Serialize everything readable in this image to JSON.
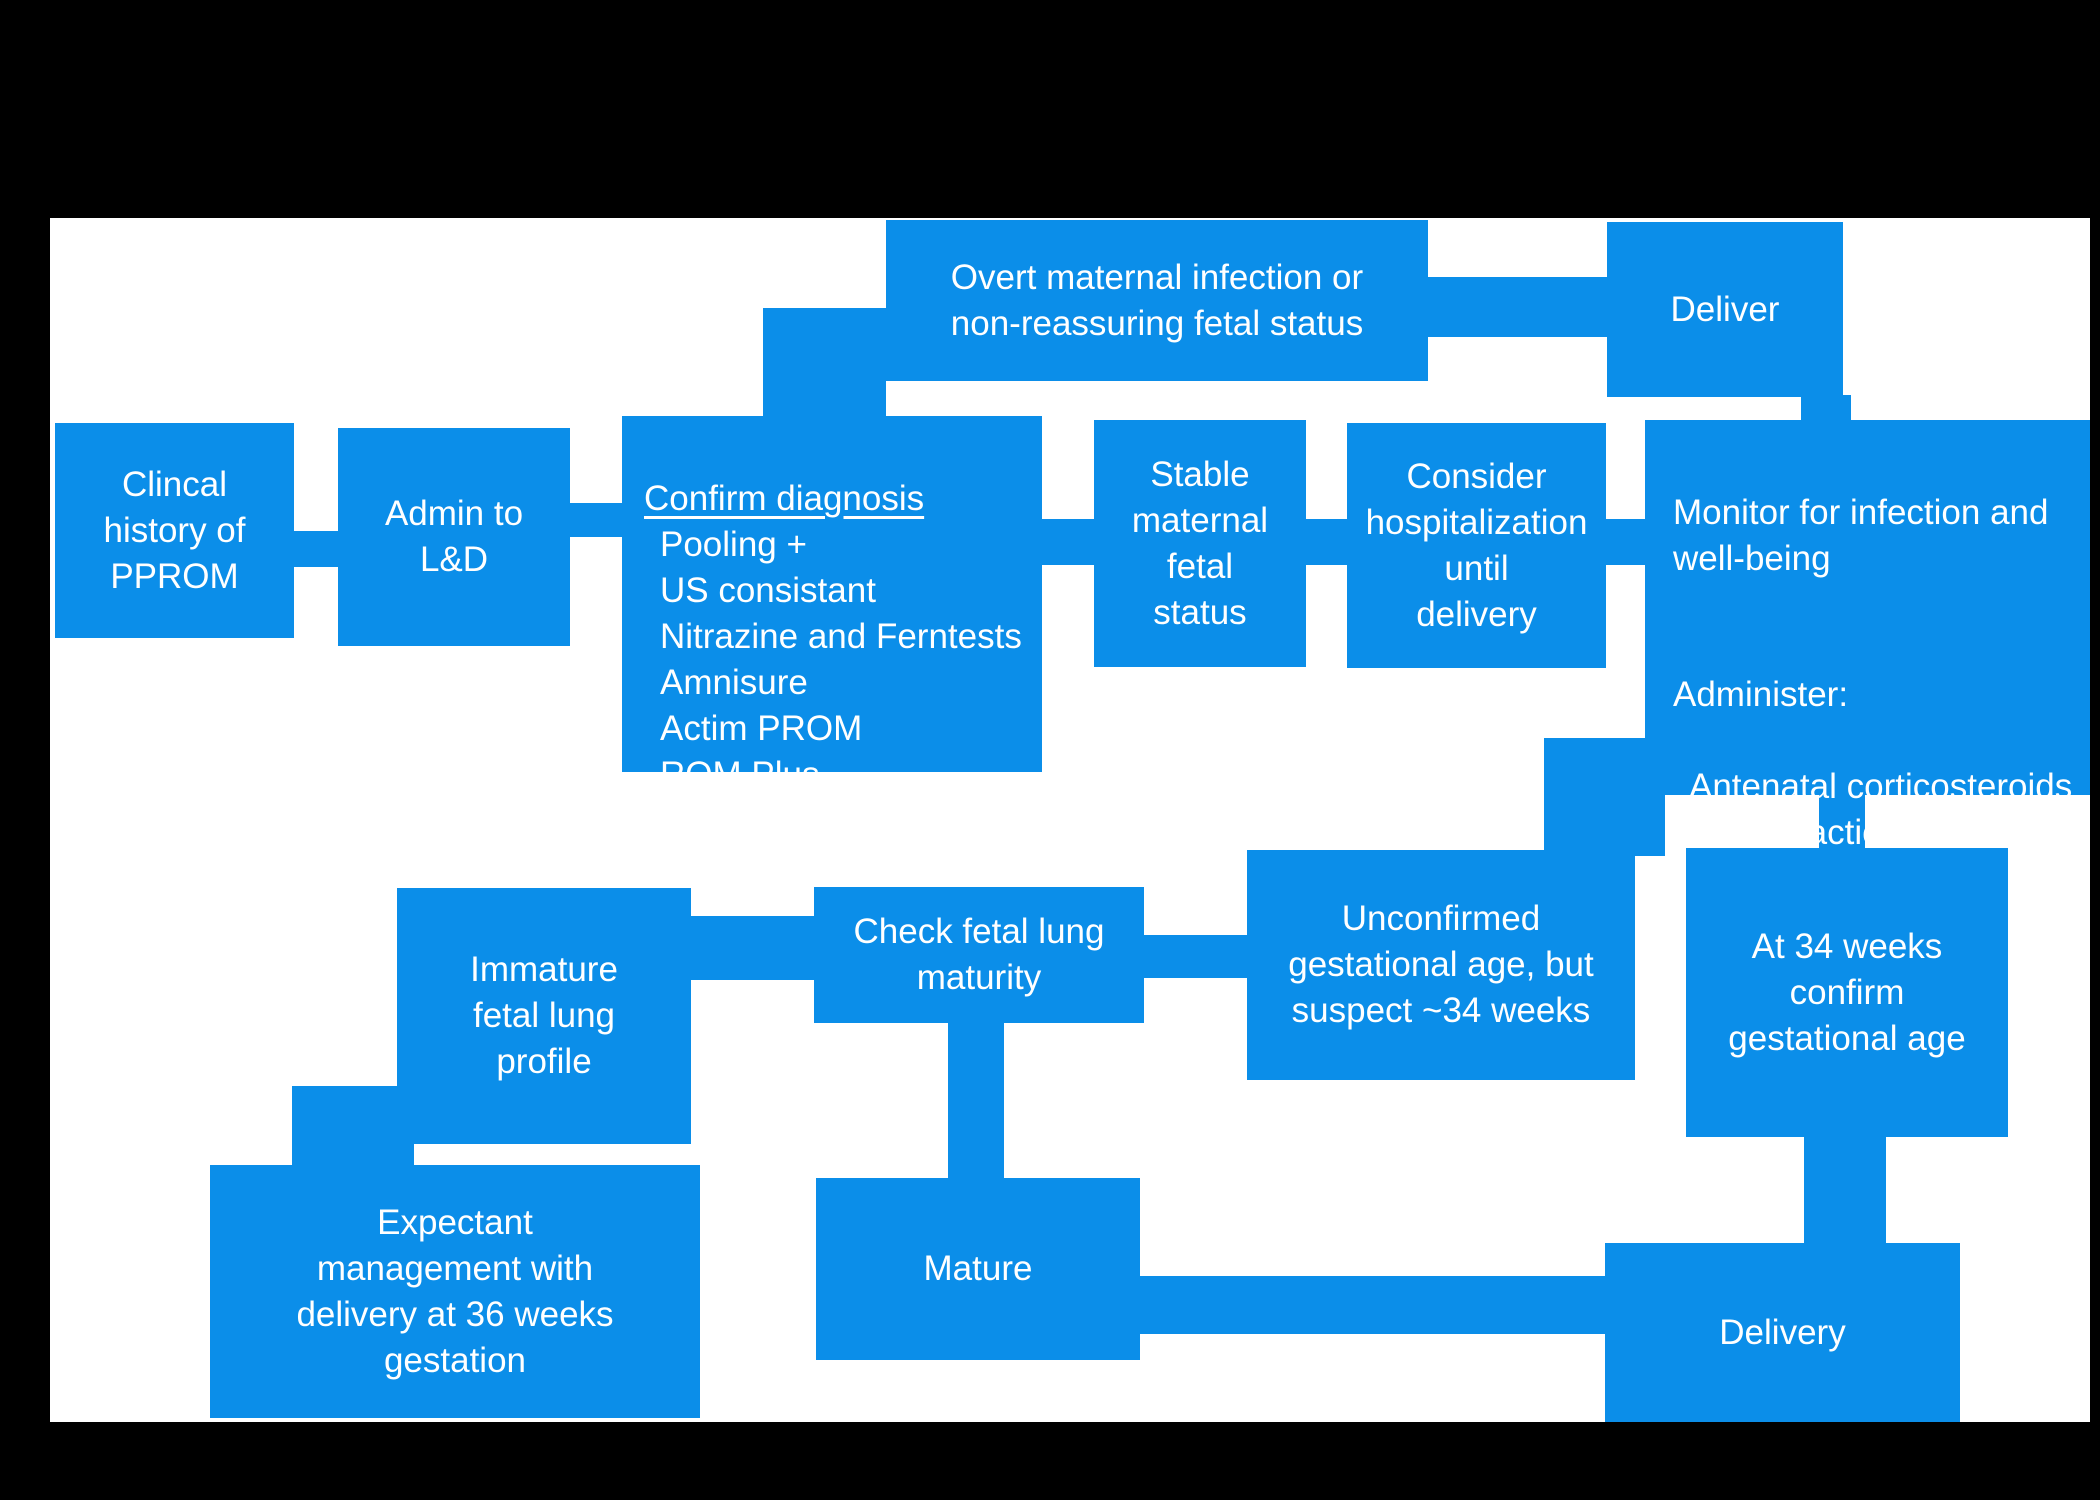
{
  "diagram": {
    "type": "flowchart",
    "colors": {
      "background": "#000000",
      "canvas": "#ffffff",
      "node_fill": "#0B8EE9",
      "node_text": "#ffffff"
    },
    "nodes": {
      "clinical_history": {
        "label": "Clincal\nhistory of\nPPROM"
      },
      "admit_ld": {
        "label": "Admin to\nL&D"
      },
      "confirm_diagnosis": {
        "title": "Confirm diagnosis",
        "items": [
          "Pooling +",
          "US consistant",
          "Nitrazine and Ferntests",
          "Amnisure",
          "Actim PROM",
          "ROM Plus"
        ]
      },
      "overt_infection": {
        "label": "Overt maternal infection or\nnon-reassuring fetal status"
      },
      "deliver": {
        "label": "Deliver"
      },
      "stable_status": {
        "label": "Stable\nmaternal\nfetal\nstatus"
      },
      "consider_hospitalization": {
        "label": "Consider\nhospitalization\nuntil\ndelivery"
      },
      "monitor": {
        "intro": "Monitor for infection and\nwell-being",
        "administer_label": "Administer:",
        "administer_items": [
          "Antenatal corticosteroids",
          "Prophylactic antibiotics"
        ]
      },
      "unconfirmed_ga": {
        "label": "Unconfirmed\ngestational age, but\nsuspect ~34 weeks"
      },
      "at_34_weeks": {
        "label": "At 34 weeks\nconfirm\ngestational age"
      },
      "check_lung": {
        "label": "Check fetal lung\nmaturity"
      },
      "immature_lung": {
        "label": "Immature\nfetal lung\nprofile"
      },
      "expectant_management": {
        "label": "Expectant\nmanagement with\ndelivery at 36 weeks\ngestation"
      },
      "mature": {
        "label": "Mature"
      },
      "delivery": {
        "label": "Delivery"
      }
    }
  }
}
